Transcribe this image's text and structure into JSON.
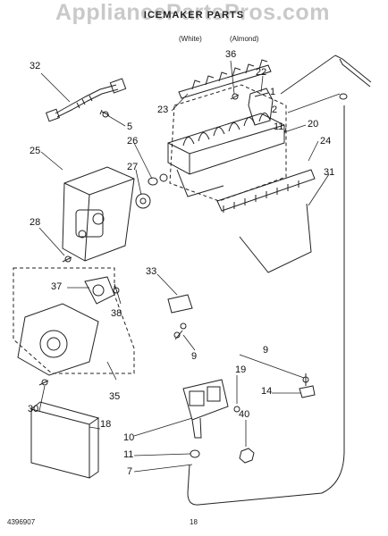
{
  "watermark": "AppliancePartsPros.com",
  "title": "ICEMAKER PARTS",
  "variants": [
    "(White)",
    "(Almond)"
  ],
  "callouts": [
    "32",
    "36",
    "22",
    "1",
    "2",
    "11",
    "20",
    "24",
    "31",
    "23",
    "5",
    "25",
    "26",
    "27",
    "28",
    "33",
    "37",
    "38",
    "9",
    "19",
    "14",
    "40",
    "35",
    "30",
    "18",
    "10",
    "11",
    "7"
  ],
  "footer": {
    "part_number": "4396907",
    "page_number": "18"
  }
}
